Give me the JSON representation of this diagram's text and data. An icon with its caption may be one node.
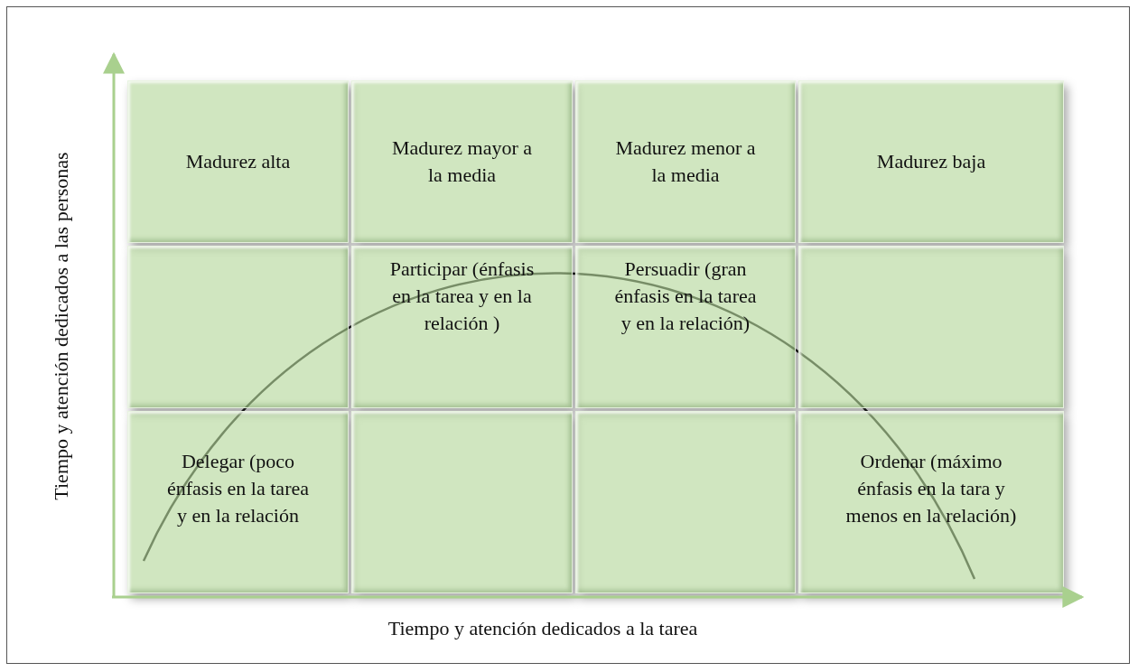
{
  "diagram": {
    "nodes": [
      {
        "text": [
          "Madurez alta"
        ]
      },
      {
        "text": [
          "Madurez mayor a la media"
        ]
      },
      {
        "text": [
          "Madurez menor a la media"
        ]
      },
      {
        "text": [
          "Madurez baja"
        ]
      },
      {
        "text": [],
        "shape": "box"
      },
      {
        "text": [
          "Participar (énfasis en la tarea y en la relación )"
        ]
      },
      {
        "text": [
          "Persuadir (gran énfasis en la tarea y en la relación)"
        ]
      },
      {
        "text": [],
        "shape": "box"
      },
      {
        "text": [
          "Delegar (poco énfasis en la tarea y en la relación"
        ]
      },
      {
        "text": [],
        "shape": "box"
      },
      {
        "text": [],
        "shape": "box"
      },
      {
        "text": [
          "Ordenar (máximo énfasis en la tara y menos en la relación)"
        ]
      }
    ],
    "edges": [],
    "labels": [
      "Tiempo y atención dedicados a las personas",
      "Tiempo y atención dedicados a la tarea"
    ]
  }
}
